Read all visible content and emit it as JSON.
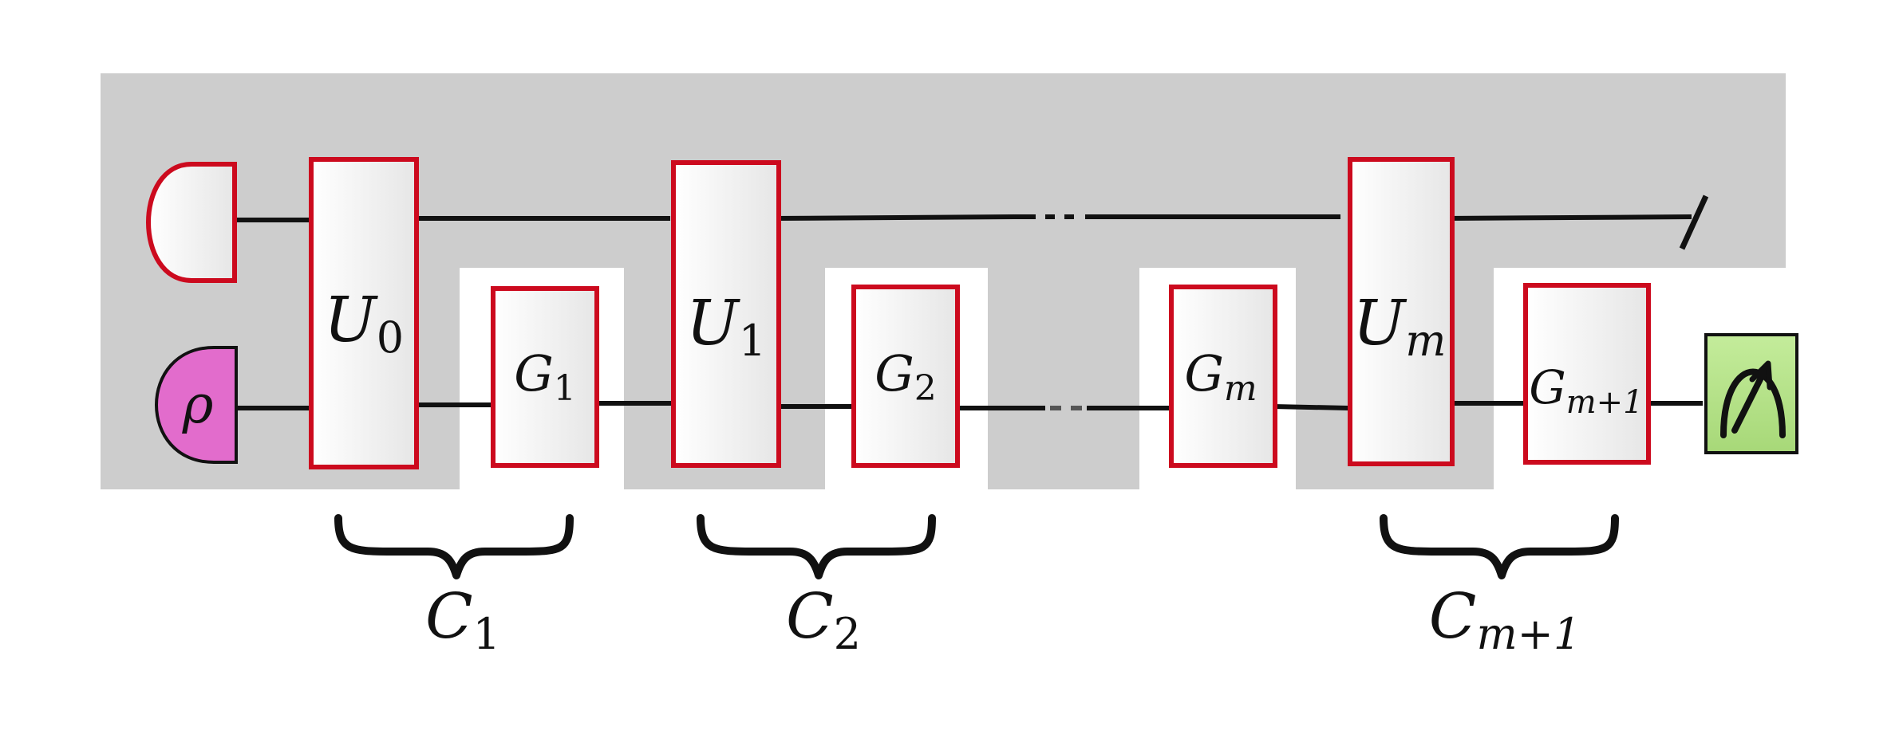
{
  "colors": {
    "background_panel": "#cdcdcd",
    "gate_border": "#cc0a1e",
    "state_fill": "#e26ccc",
    "meter_fill": "#b6e38a",
    "wire": "#111111"
  },
  "state": {
    "symbol": "ρ"
  },
  "unitaries": [
    {
      "base": "U",
      "sub": "0"
    },
    {
      "base": "U",
      "sub": "1"
    },
    {
      "base": "U",
      "sub": "m"
    }
  ],
  "gates": [
    {
      "base": "G",
      "sub": "1"
    },
    {
      "base": "G",
      "sub": "2"
    },
    {
      "base": "G",
      "sub": "m"
    },
    {
      "base": "G",
      "sub": "m+1"
    }
  ],
  "cycles": [
    {
      "base": "C",
      "sub": "1"
    },
    {
      "base": "C",
      "sub": "2"
    },
    {
      "base": "C",
      "sub": "m+1"
    }
  ],
  "icons": {
    "ancilla_preparation": "half-moon-icon",
    "measurement": "meter-icon",
    "discard": "slash-icon"
  }
}
